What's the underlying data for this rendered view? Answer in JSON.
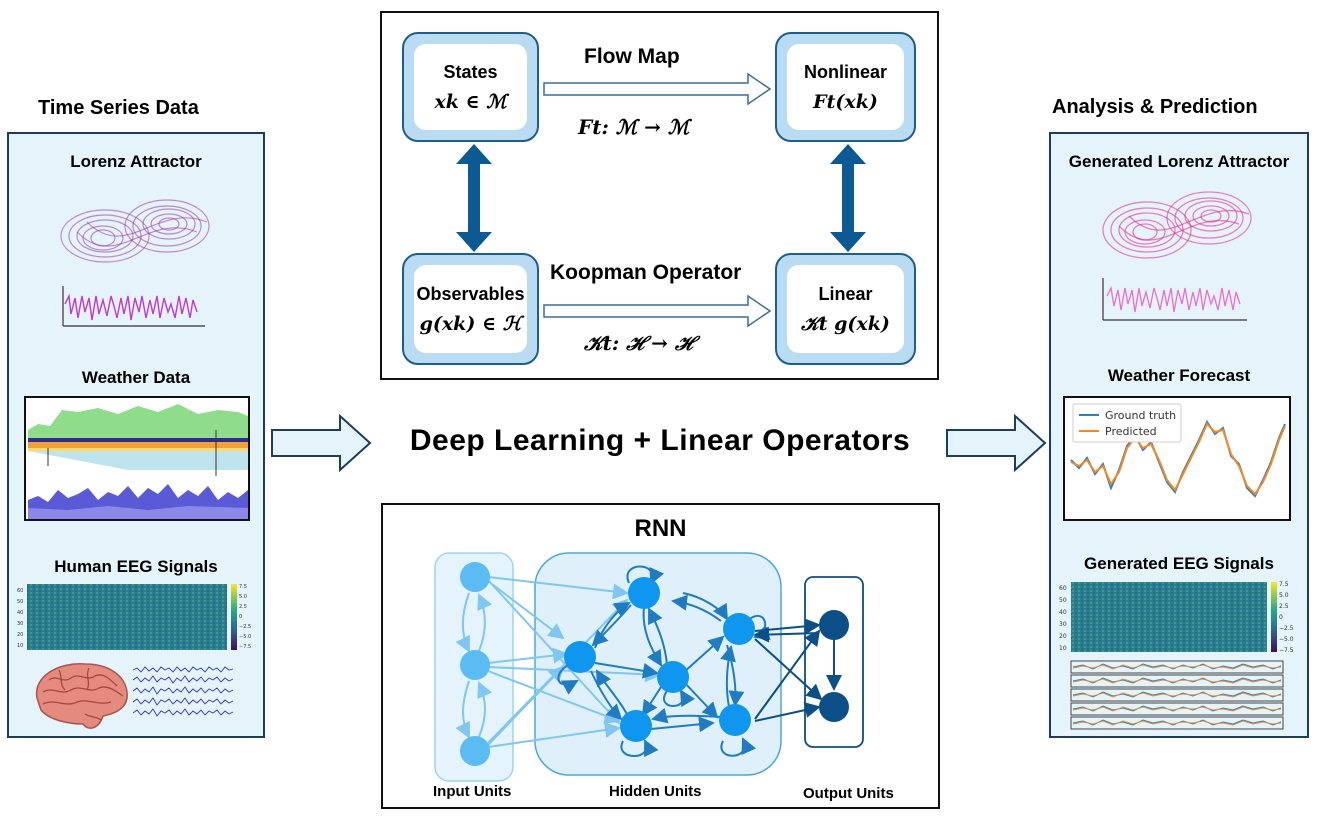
{
  "left_column": {
    "title": "Time Series Data",
    "items": {
      "lorenz": "Lorenz Attractor",
      "weather": "Weather Data",
      "eeg": "Human EEG Signals"
    }
  },
  "right_column": {
    "title": "Analysis & Prediction",
    "items": {
      "lorenz": "Generated Lorenz Attractor",
      "weather": "Weather Forecast",
      "eeg": "Generated EEG Signals"
    },
    "legend": {
      "ground_truth": "Ground truth",
      "predicted": "Predicted"
    }
  },
  "koopman": {
    "states_label": "States",
    "states_math": "xk ∈ ℳ",
    "nonlinear_label": "Nonlinear",
    "nonlinear_math": "Ft(xk)",
    "observables_label": "Observables",
    "observables_math": "g(xk) ∈ ℋ",
    "linear_label": "Linear",
    "linear_math": "𝒦t g(xk)",
    "flow_map_label": "Flow Map",
    "flow_map_math": "Ft: ℳ → ℳ",
    "koopman_label": "Koopman Operator",
    "koopman_math": "𝒦t: ℋ → ℋ"
  },
  "center_title": "Deep Learning + Linear Operators",
  "rnn": {
    "title": "RNN",
    "input_caption": "Input Units",
    "hidden_caption": "Hidden Units",
    "output_caption": "Output Units"
  },
  "heatmap_ticks": {
    "y": [
      "60",
      "50",
      "40",
      "30",
      "20",
      "10"
    ],
    "colorbar": [
      "7.5",
      "5.0",
      "2.5",
      "0",
      "−2.5",
      "−5.0",
      "−7.5"
    ]
  },
  "colors": {
    "panel_bg": "#e5f3fb",
    "node_fill": "#b9dcf3",
    "dark_arrow": "#0b5a93",
    "lorenz_left": "#9b2fa8",
    "lorenz_right": "#e8319a",
    "hidden_node": "#0f96ee",
    "input_node": "#5bbcf3",
    "output_node": "#0b4f86"
  }
}
